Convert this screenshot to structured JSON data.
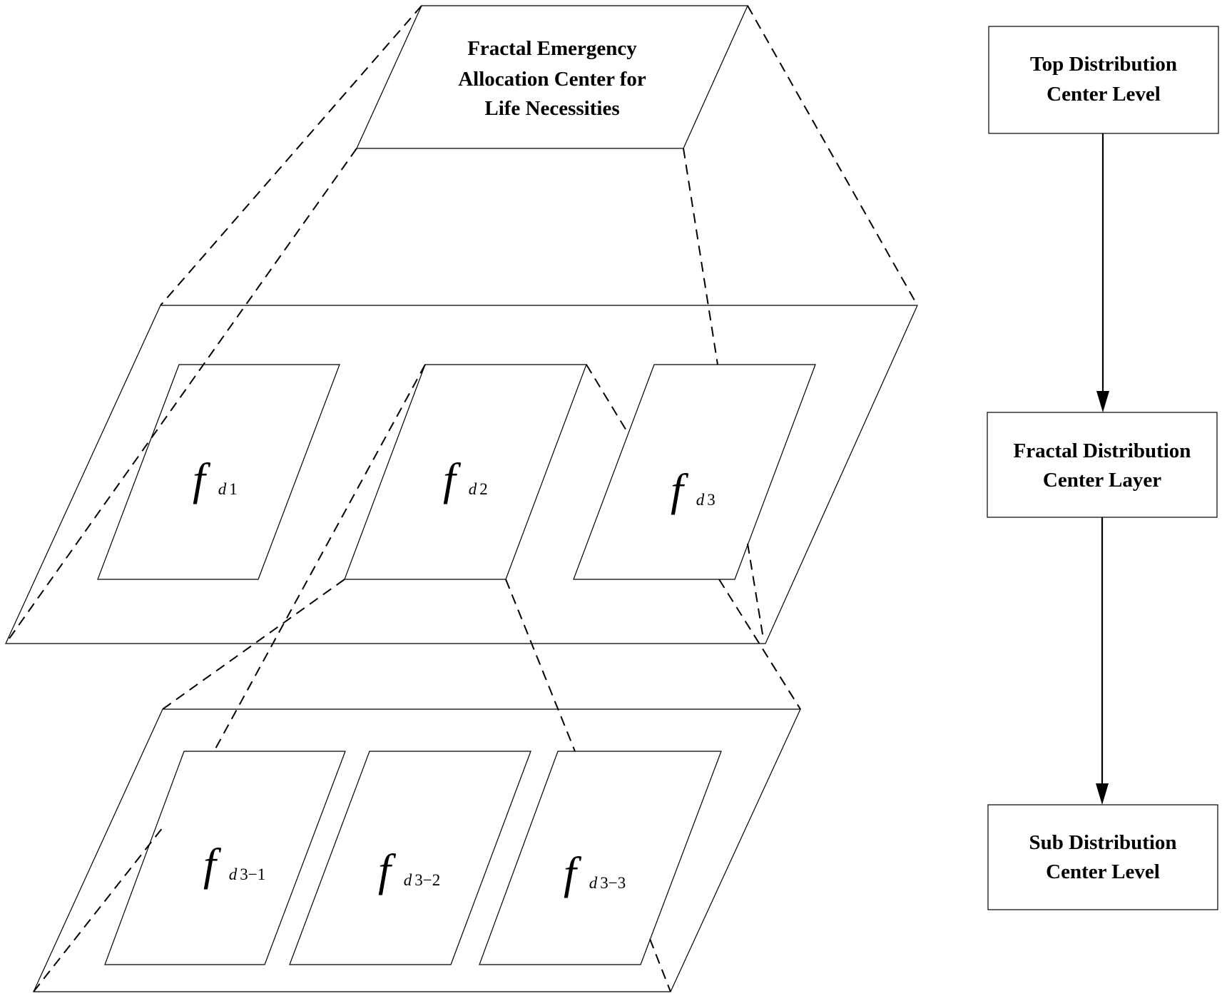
{
  "top_center": {
    "title_lines": [
      "Fractal Emergency",
      "Allocation Center for",
      "Life Necessities"
    ]
  },
  "middle_layer": {
    "nodes": [
      {
        "symbol": "f",
        "sub_var": "d",
        "sub_num": "1"
      },
      {
        "symbol": "f",
        "sub_var": "d",
        "sub_num": "2"
      },
      {
        "symbol": "f",
        "sub_var": "d",
        "sub_num": "3"
      }
    ]
  },
  "bottom_layer": {
    "nodes": [
      {
        "symbol": "f",
        "sub_var": "d",
        "sub_num": "3−1"
      },
      {
        "symbol": "f",
        "sub_var": "d",
        "sub_num": "3−2"
      },
      {
        "symbol": "f",
        "sub_var": "d",
        "sub_num": "3−3"
      }
    ]
  },
  "levels": [
    {
      "lines": [
        "Top Distribution",
        "Center Level"
      ]
    },
    {
      "lines": [
        "Fractal Distribution",
        "Center Layer"
      ]
    },
    {
      "lines": [
        "Sub Distribution",
        "Center Level"
      ]
    }
  ]
}
